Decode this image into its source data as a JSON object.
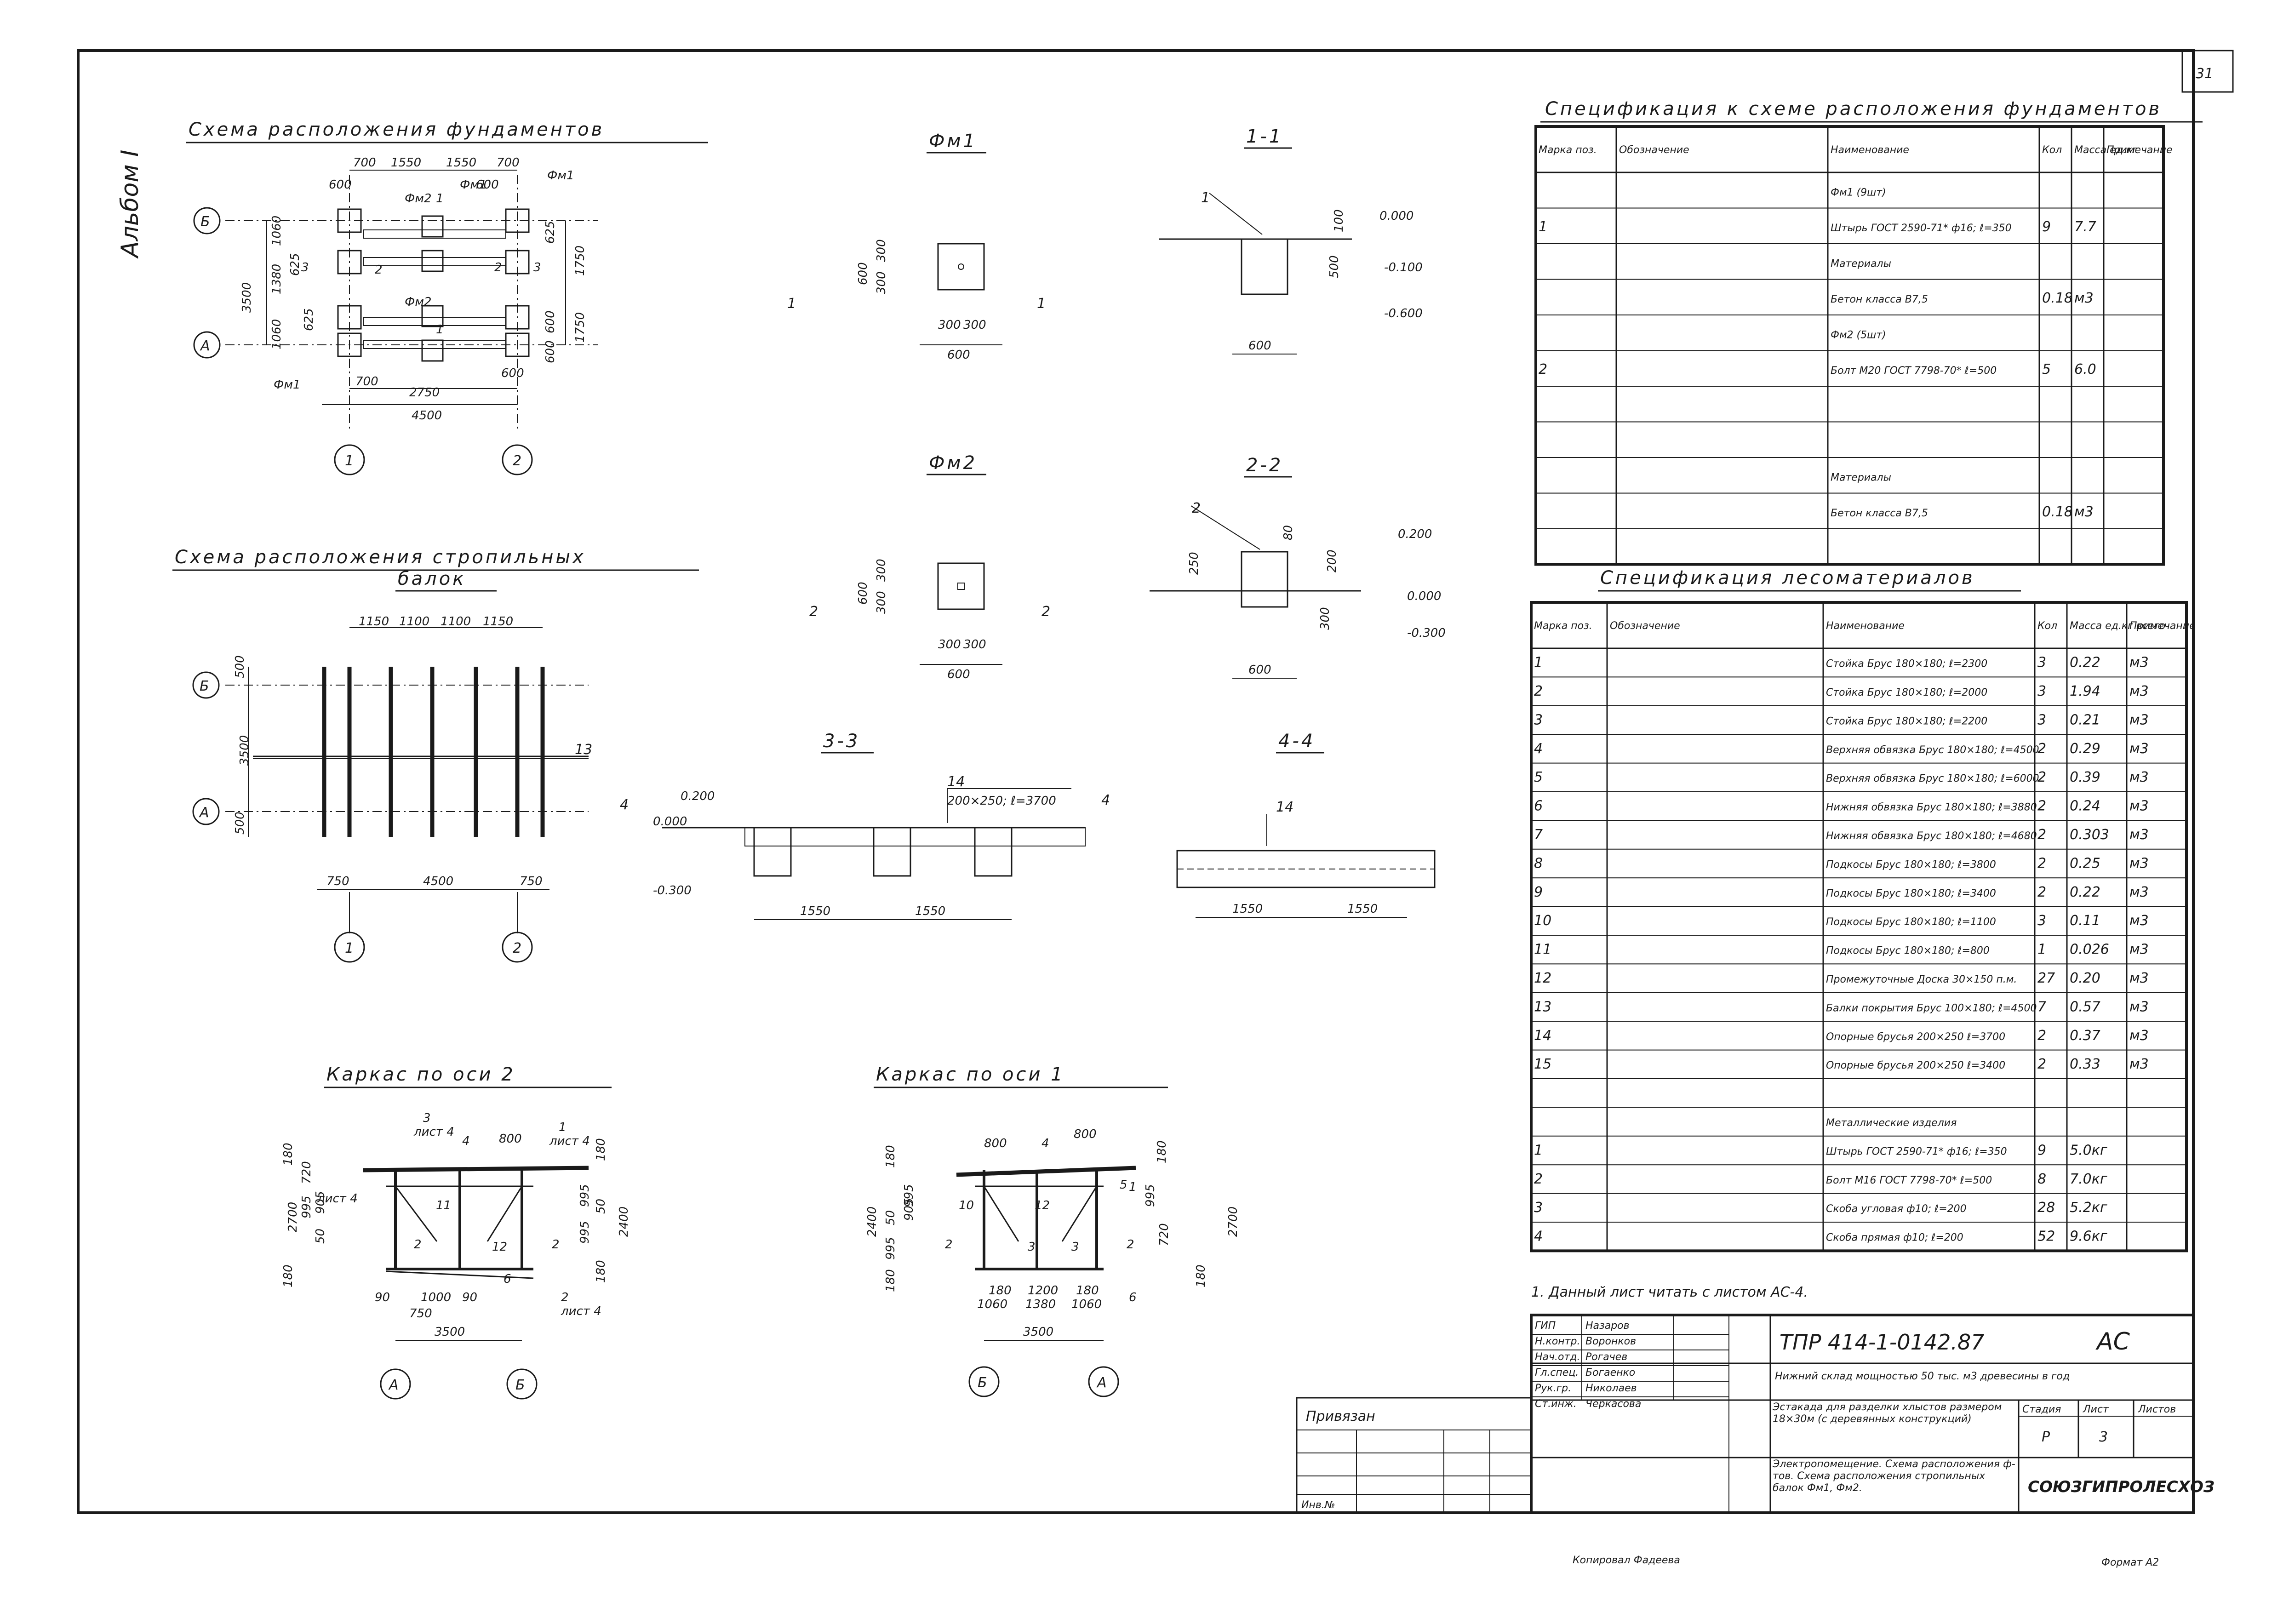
{
  "sheet": {
    "number": "31",
    "album": "Альбом I"
  },
  "plan_foundations": {
    "title": "Схема расположения фундаментов",
    "dims_top": [
      "700",
      "1550",
      "1550",
      "700"
    ],
    "dims_top2": [
      "600",
      "600"
    ],
    "labels_top": [
      "Фм2",
      "Фм1",
      "Фм1",
      "Фм2"
    ],
    "dims_left": [
      "3500",
      "1060",
      "1380",
      "1060",
      "625",
      "625"
    ],
    "dims_right": [
      "625",
      "1750",
      "1750",
      "600",
      "600"
    ],
    "axis_rows": [
      "Б",
      "А"
    ],
    "axis_cols": [
      "1",
      "2"
    ],
    "dims_bottom": [
      "700",
      "2750",
      "600",
      "4500"
    ],
    "sections": [
      "1",
      "1",
      "3",
      "3",
      "2",
      "2"
    ],
    "fm_label": "Фм1"
  },
  "plan_beams": {
    "title_1": "Схема расположения стропильных",
    "title_2": "балок",
    "dims_top": [
      "1150",
      "1100",
      "1100",
      "1150"
    ],
    "dims_left": [
      "500",
      "3500",
      "500"
    ],
    "pos_label": "13",
    "dims_bottom": [
      "750",
      "4500",
      "750"
    ],
    "axis_rows": [
      "Б",
      "А"
    ],
    "axis_cols": [
      "1",
      "2"
    ]
  },
  "fm1": {
    "title": "Фм1",
    "dims": [
      "600",
      "300",
      "300",
      "300",
      "300",
      "600"
    ],
    "cut": "1"
  },
  "fm2": {
    "title": "Фм2",
    "dims": [
      "600",
      "300",
      "300",
      "300",
      "300",
      "600"
    ],
    "cut": "2"
  },
  "section_1": {
    "title": "1-1",
    "pos": "1",
    "levels": [
      "0.000",
      "-0.100",
      "-0.600"
    ],
    "dims": [
      "100",
      "500",
      "600"
    ]
  },
  "section_2": {
    "title": "2-2",
    "pos": "2",
    "levels": [
      "0.200",
      "0.000",
      "-0.300"
    ],
    "dims": [
      "250",
      "80",
      "200",
      "300",
      "600"
    ]
  },
  "section_3": {
    "title": "3-3",
    "pos": "14",
    "note": "200×250; ℓ=3700",
    "levels": [
      "0.200",
      "0.000",
      "-0.300"
    ],
    "dims": [
      "1550",
      "1550"
    ],
    "cut": "4"
  },
  "section_4": {
    "title": "4-4",
    "pos": "14",
    "dims": [
      "1550",
      "1550"
    ]
  },
  "frame_2": {
    "title": "Каркас по оси 2",
    "labels": [
      "3",
      "лист 4",
      "4",
      "800",
      "1",
      "лист 4",
      "11",
      "12",
      "2",
      "2",
      "6",
      "2",
      "лист 4",
      "лист 4"
    ],
    "dims_left": [
      "180",
      "2700",
      "720",
      "995",
      "905",
      "50",
      "180"
    ],
    "dims_right": [
      "180",
      "995",
      "50",
      "995",
      "180",
      "2400"
    ],
    "dims_bottom": [
      "90",
      "1000",
      "90",
      "750",
      "3500"
    ],
    "axes": [
      "А",
      "Б"
    ]
  },
  "frame_1": {
    "title": "Каркас по оси 1",
    "labels": [
      "800",
      "4",
      "800",
      "1",
      "2",
      "3",
      "12",
      "10",
      "3",
      "2",
      "6",
      "5"
    ],
    "dims_left": [
      "180",
      "2400",
      "50",
      "995",
      "905",
      "995",
      "180"
    ],
    "dims_right": [
      "180",
      "995",
      "720",
      "2700",
      "180"
    ],
    "dims_bottom": [
      "180",
      "1200",
      "180",
      "1060",
      "1380",
      "1060",
      "3500"
    ],
    "axes": [
      "Б",
      "А"
    ]
  },
  "spec_foundations": {
    "title": "Спецификация к схеме расположения фундаментов",
    "headers": [
      "Марка поз.",
      "Обозначение",
      "Наименование",
      "Кол",
      "Масса ед.кг",
      "Примечание"
    ],
    "rows": [
      [
        "",
        "",
        "Фм1 (9шт)",
        "",
        "",
        ""
      ],
      [
        "1",
        "",
        "Штырь ГОСТ 2590-71* ф16; ℓ=350",
        "9",
        "7.7",
        ""
      ],
      [
        "",
        "",
        "Материалы",
        "",
        "",
        ""
      ],
      [
        "",
        "",
        "Бетон класса В7,5",
        "0.18",
        "м3",
        ""
      ],
      [
        "",
        "",
        "Фм2 (5шт)",
        "",
        "",
        ""
      ],
      [
        "2",
        "",
        "Болт М20 ГОСТ 7798-70* ℓ=500",
        "5",
        "6.0",
        ""
      ],
      [
        "",
        "",
        "",
        "",
        "",
        ""
      ],
      [
        "",
        "",
        "",
        "",
        "",
        ""
      ],
      [
        "",
        "",
        "Материалы",
        "",
        "",
        ""
      ],
      [
        "",
        "",
        "Бетон класса В7,5",
        "0.18",
        "м3",
        ""
      ],
      [
        "",
        "",
        "",
        "",
        "",
        ""
      ]
    ]
  },
  "spec_timber": {
    "title": "Спецификация лесоматериалов",
    "headers": [
      "Марка поз.",
      "Обозначение",
      "Наименование",
      "Кол",
      "Масса ед.кг всего",
      "Примечание"
    ],
    "rows": [
      [
        "1",
        "",
        "Стойка Брус 180×180; ℓ=2300",
        "3",
        "0.22",
        "м3"
      ],
      [
        "2",
        "",
        "Стойка Брус 180×180; ℓ=2000",
        "3",
        "1.94",
        "м3"
      ],
      [
        "3",
        "",
        "Стойка Брус 180×180; ℓ=2200",
        "3",
        "0.21",
        "м3"
      ],
      [
        "4",
        "",
        "Верхняя обвязка Брус 180×180; ℓ=4500",
        "2",
        "0.29",
        "м3"
      ],
      [
        "5",
        "",
        "Верхняя обвязка Брус 180×180; ℓ=6000",
        "2",
        "0.39",
        "м3"
      ],
      [
        "6",
        "",
        "Нижняя обвязка Брус 180×180; ℓ=3880",
        "2",
        "0.24",
        "м3"
      ],
      [
        "7",
        "",
        "Нижняя обвязка Брус 180×180; ℓ=4680",
        "2",
        "0.303",
        "м3"
      ],
      [
        "8",
        "",
        "Подкосы Брус 180×180; ℓ=3800",
        "2",
        "0.25",
        "м3"
      ],
      [
        "9",
        "",
        "Подкосы Брус 180×180; ℓ=3400",
        "2",
        "0.22",
        "м3"
      ],
      [
        "10",
        "",
        "Подкосы Брус 180×180; ℓ=1100",
        "3",
        "0.11",
        "м3"
      ],
      [
        "11",
        "",
        "Подкосы Брус 180×180; ℓ=800",
        "1",
        "0.026",
        "м3"
      ],
      [
        "12",
        "",
        "Промежуточные Доска 30×150 п.м.",
        "27",
        "0.20",
        "м3"
      ],
      [
        "13",
        "",
        "Балки покрытия Брус 100×180; ℓ=4500",
        "7",
        "0.57",
        "м3"
      ],
      [
        "14",
        "",
        "Опорные брусья 200×250 ℓ=3700",
        "2",
        "0.37",
        "м3"
      ],
      [
        "15",
        "",
        "Опорные брусья 200×250 ℓ=3400",
        "2",
        "0.33",
        "м3"
      ],
      [
        "",
        "",
        "",
        "",
        "",
        ""
      ],
      [
        "",
        "",
        "Металлические изделия",
        "",
        "",
        ""
      ],
      [
        "1",
        "",
        "Штырь ГОСТ 2590-71* ф16; ℓ=350",
        "9",
        "5.0кг",
        ""
      ],
      [
        "2",
        "",
        "Болт М16 ГОСТ 7798-70* ℓ=500",
        "8",
        "7.0кг",
        ""
      ],
      [
        "3",
        "",
        "Скоба угловая ф10; ℓ=200",
        "28",
        "5.2кг",
        ""
      ],
      [
        "4",
        "",
        "Скоба прямая ф10; ℓ=200",
        "52",
        "9.6кг",
        ""
      ]
    ]
  },
  "note": "1. Данный лист читать с листом АС-4.",
  "title_block": {
    "code": "ТПР 414-1-0142.87",
    "brand": "АС",
    "staff": [
      [
        "ГИП",
        "Назаров"
      ],
      [
        "Н.контр.",
        "Воронков"
      ],
      [
        "Нач.отд.",
        "Рогачев"
      ],
      [
        "Гл.спец.",
        "Богаенко"
      ],
      [
        "Рук.гр.",
        "Николаев"
      ],
      [
        "Ст.инж.",
        "Черкасова"
      ]
    ],
    "project": "Нижний склад мощностью 50 тыс. м3 древесины в год",
    "object": "Эстакада для разделки хлыстов размером 18×30м (с деревянных конструкций)",
    "sheet_name": "Электропомещение. Схема расположения ф-тов. Схема расположения стропильных балок Фм1, Фм2.",
    "stage_header": "Стадия",
    "sheet_header": "Лист",
    "sheets_header": "Листов",
    "stage": "Р",
    "sheet": "3",
    "org": "СОЮЗГИПРОЛЕСХОЗ",
    "privyazan": "Привязан",
    "inv": "Инв.№"
  },
  "footer": {
    "copied": "Копировал Фадеева",
    "format": "Формат А2"
  }
}
